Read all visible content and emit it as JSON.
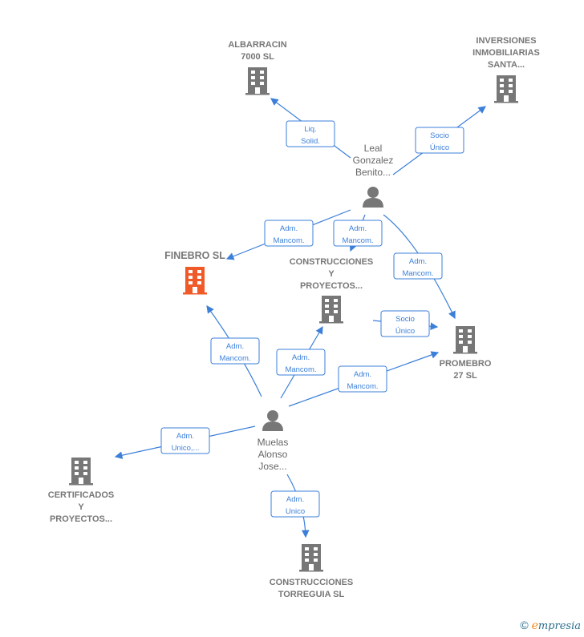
{
  "nodes": {
    "albarracin": [
      "ALBARRACIN",
      "7000 SL"
    ],
    "inversiones": [
      "INVERSIONES",
      "INMOBILIARIAS",
      "SANTA..."
    ],
    "leal": [
      "Leal",
      "Gonzalez",
      "Benito..."
    ],
    "finebro": [
      "FINEBRO  SL"
    ],
    "cyp": [
      "CONSTRUCCIONES",
      "Y",
      "PROYECTOS..."
    ],
    "promebro": [
      "PROMEBRO",
      "27  SL"
    ],
    "muelas": [
      "Muelas",
      "Alonso",
      "Jose..."
    ],
    "certificados": [
      "CERTIFICADOS",
      "Y",
      "PROYECTOS..."
    ],
    "torreguia": [
      "CONSTRUCCIONES",
      "TORREGUIA SL"
    ]
  },
  "edges": [
    [
      "Liq.",
      "Solid."
    ],
    [
      "Socio",
      "Único"
    ],
    [
      "Adm.",
      "Mancom."
    ],
    [
      "Adm.",
      "Mancom."
    ],
    [
      "Adm.",
      "Mancom."
    ],
    [
      "Socio",
      "Único"
    ],
    [
      "Adm.",
      "Mancom."
    ],
    [
      "Adm.",
      "Mancom."
    ],
    [
      "Adm.",
      "Mancom."
    ],
    [
      "Adm.",
      "Unico,..."
    ],
    [
      "Adm.",
      "Unico"
    ]
  ],
  "footer": {
    "copyright": "©",
    "brand_e": "e",
    "brand_rest": "mpresia"
  },
  "colors": {
    "accent": "#3b7fd9",
    "focus": "#f05a28",
    "building": "#777777"
  }
}
